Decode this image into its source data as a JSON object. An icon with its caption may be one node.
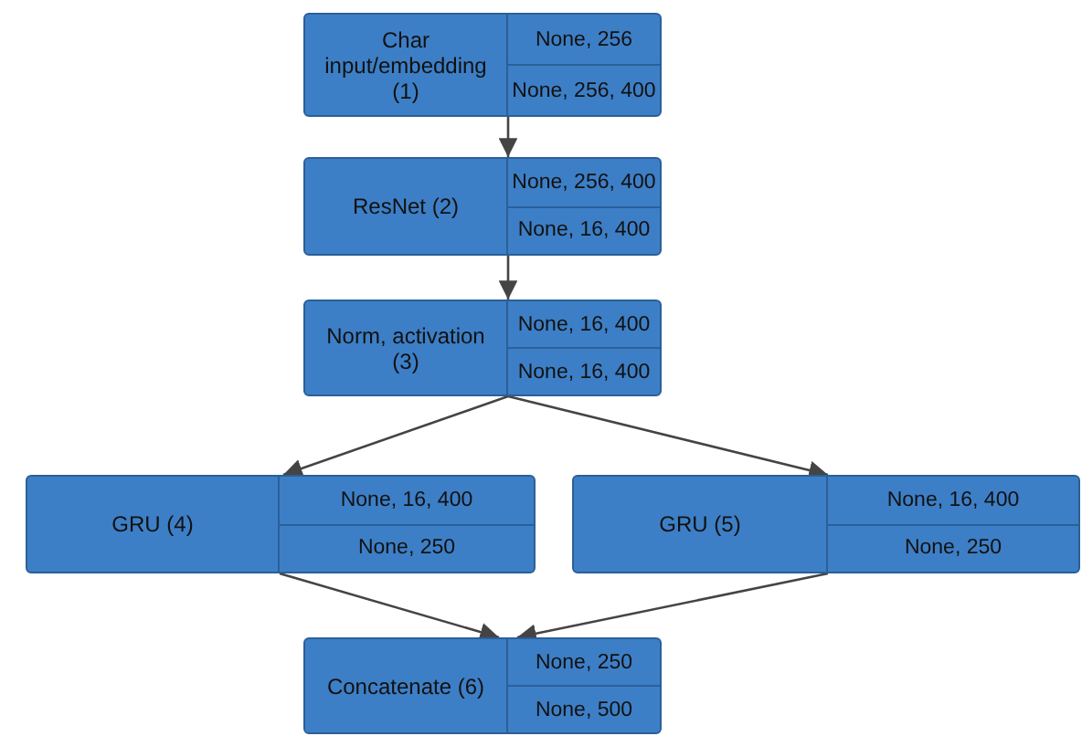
{
  "diagram": {
    "nodes": [
      {
        "text": [
          "Char input/embedding (1)",
          "None, 256",
          "None, 256, 400"
        ]
      },
      {
        "text": [
          "ResNet (2)",
          "None, 256, 400",
          "None, 16, 400"
        ]
      },
      {
        "text": [
          "Norm, activation (3)",
          "None, 16, 400",
          "None, 16, 400"
        ]
      },
      {
        "text": [
          "GRU (4)",
          "None, 16, 400",
          "None, 250"
        ]
      },
      {
        "text": [
          "GRU (5)",
          "None, 16, 400",
          "None, 250"
        ]
      },
      {
        "text": [
          "Concatenate (6)",
          "None, 250",
          "None, 500"
        ]
      }
    ],
    "edges": [
      {
        "from": 0,
        "to": 1,
        "arrow": "to"
      },
      {
        "from": 1,
        "to": 2,
        "arrow": "to"
      },
      {
        "from": 2,
        "to": 3,
        "arrow": "to"
      },
      {
        "from": 2,
        "to": 4,
        "arrow": "to"
      },
      {
        "from": 3,
        "to": 5,
        "arrow": "to"
      },
      {
        "from": 4,
        "to": 5,
        "arrow": "to"
      }
    ]
  }
}
